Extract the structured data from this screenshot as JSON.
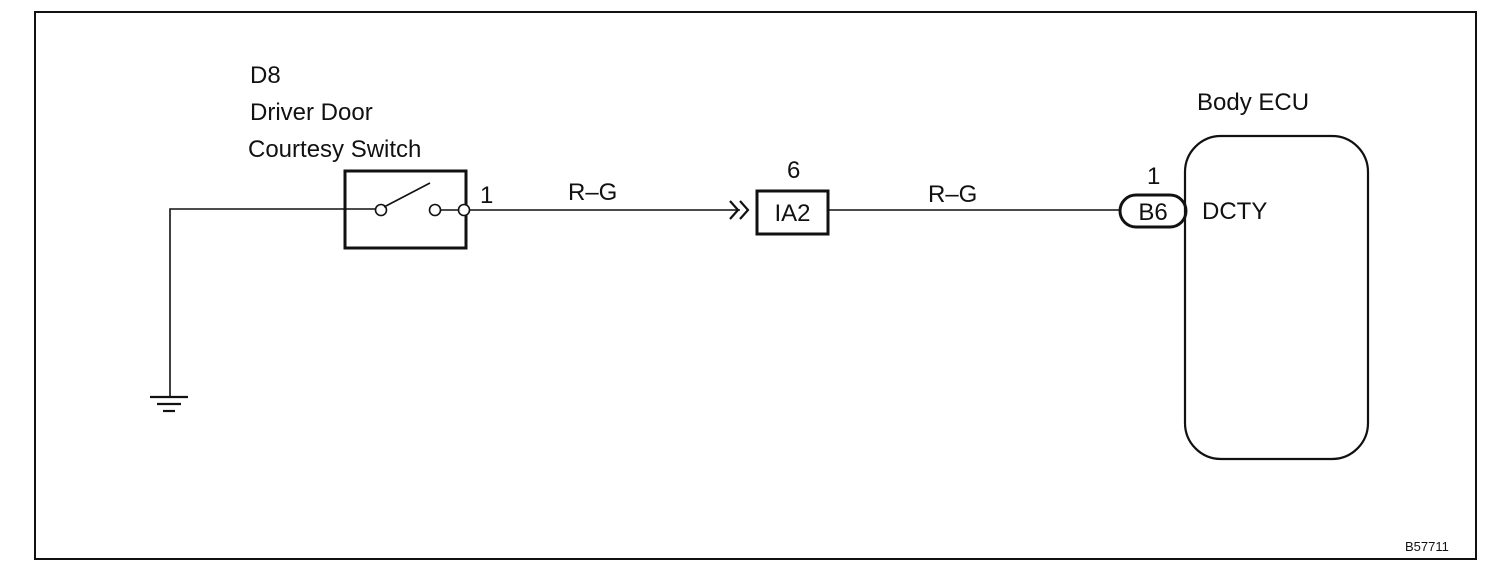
{
  "switch_component": {
    "code": "D8",
    "name_line1": "Driver Door",
    "name_line2": "Courtesy Switch",
    "pin": "1"
  },
  "wire_1": {
    "color_code": "R–G"
  },
  "junction_connector": {
    "code": "IA2",
    "pin": "6"
  },
  "wire_2": {
    "color_code": "R–G"
  },
  "ecu": {
    "name": "Body ECU",
    "connector": "B6",
    "pin": "1",
    "terminal": "DCTY"
  },
  "figure_id": "B57711"
}
